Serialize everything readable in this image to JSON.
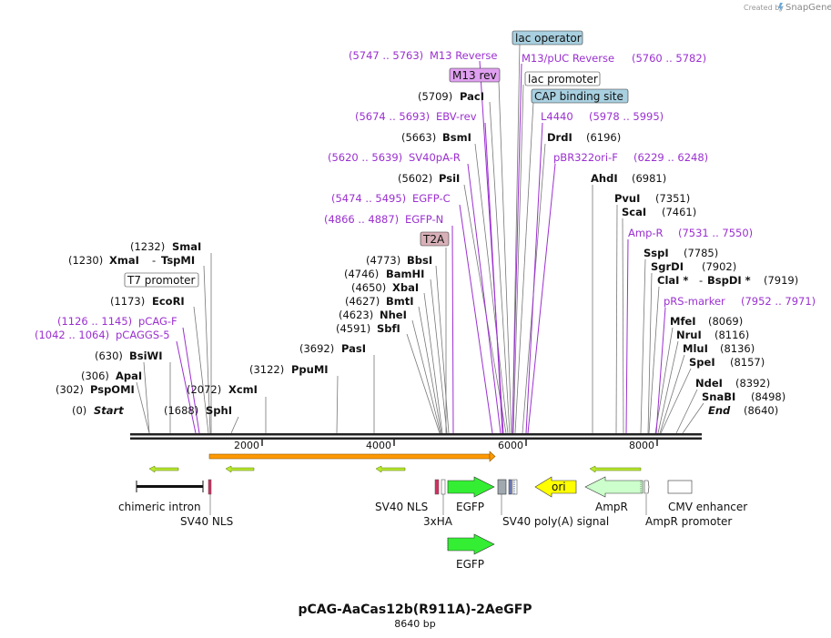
{
  "credit": {
    "prefix": "Created by",
    "brand": "SnapGene"
  },
  "map": {
    "name": "pCAG-AaCas12b(R911A)-2AeGFP",
    "length": "8640 bp"
  },
  "ticks": [
    "2000",
    "4000",
    "6000",
    "8000"
  ],
  "right_labels": {
    "lac_operator": "lac operator",
    "m13_pUC_reverse": "M13/pUC Reverse",
    "m13_pUC_reverse_pos": "(5760 .. 5782)",
    "lac_promoter": "lac promoter",
    "cap_site": "CAP binding site",
    "l4440": "L4440",
    "l4440_pos": "(5978 .. 5995)",
    "drdi": "DrdI",
    "drdi_pos": "(6196)",
    "pbr322": "pBR322ori-F",
    "pbr322_pos": "(6229 .. 6248)",
    "ahdi": "AhdI",
    "ahdi_pos": "(6981)",
    "pvui": "PvuI",
    "pvui_pos": "(7351)",
    "scai": "ScaI",
    "scai_pos": "(7461)",
    "ampr": "Amp-R",
    "ampr_pos": "(7531 .. 7550)",
    "sspi": "SspI",
    "sspi_pos": "(7785)",
    "sgrdi": "SgrDI",
    "sgrdi_pos": "(7902)",
    "clai": "ClaI *",
    "dash": "-",
    "bspdi": "BspDI *",
    "clai_pos": "(7919)",
    "prs": "pRS-marker",
    "prs_pos": "(7952 .. 7971)",
    "mfei": "MfeI",
    "mfei_pos": "(8069)",
    "nrui": "NruI",
    "nrui_pos": "(8116)",
    "mlui": "MluI",
    "mlui_pos": "(8136)",
    "spei": "SpeI",
    "spei_pos": "(8157)",
    "ndei": "NdeI",
    "ndei_pos": "(8392)",
    "snabi": "SnaBI",
    "snabi_pos": "(8498)",
    "end": "End",
    "end_pos": "(8640)"
  },
  "mid_labels": {
    "m13rev_pos": "(5747 .. 5763)",
    "m13rev": "M13 Reverse",
    "m13rev_box": "M13 rev",
    "paci_pos": "(5709)",
    "paci": "PacI",
    "ebv_pos": "(5674 .. 5693)",
    "ebv": "EBV-rev",
    "bsmi_pos": "(5663)",
    "bsmi": "BsmI",
    "sv40pa_pos": "(5620 .. 5639)",
    "sv40pa": "SV40pA-R",
    "psii_pos": "(5602)",
    "psii": "PsiI",
    "egfpc_pos": "(5474 .. 5495)",
    "egfpc": "EGFP-C",
    "egfpn_pos": "(4866 .. 4887)",
    "egfpn": "EGFP-N",
    "t2a": "T2A",
    "bbsi_pos": "(4773)",
    "bbsi": "BbsI",
    "bamhi_pos": "(4746)",
    "bamhi": "BamHI",
    "xbai_pos": "(4650)",
    "xbai": "XbaI",
    "bmti_pos": "(4627)",
    "bmti": "BmtI",
    "nhei_pos": "(4623)",
    "nhei": "NheI",
    "sbfi_pos": "(4591)",
    "sbfi": "SbfI",
    "pasi_pos": "(3692)",
    "pasi": "PasI",
    "ppumi_pos": "(3122)",
    "ppumi": "PpuMI",
    "xcmi_pos": "(2072)",
    "xcmi": "XcmI"
  },
  "left_labels": {
    "smai_pos": "(1232)",
    "smai": "SmaI",
    "xmai_pos": "(1230)",
    "xmai": "XmaI",
    "dash": "-",
    "tspmi": "TspMI",
    "t7": "T7 promoter",
    "ecori_pos": "(1173)",
    "ecori": "EcoRI",
    "pcagf_pos": "(1126 .. 1145)",
    "pcagf": "pCAG-F",
    "pcaggs_pos": "(1042 .. 1064)",
    "pcaggs": "pCAGGS-5",
    "bsiwi_pos": "(630)",
    "bsiwi": "BsiWI",
    "apai_pos": "(306)",
    "apai": "ApaI",
    "pspomi_pos": "(302)",
    "pspomi": "PspOMI",
    "start_pos": "(0)",
    "start": "Start",
    "sphi_pos": "(1688)",
    "sphi": "SphI"
  },
  "features": {
    "chimeric_intron": "chimeric intron",
    "sv40nls_a": "SV40 NLS",
    "sv40nls_b": "SV40 NLS",
    "egfp": "EGFP",
    "ha": "3xHA",
    "sv40pa_signal": "SV40 poly(A) signal",
    "ori": "ori",
    "ampr": "AmpR",
    "ampr_promoter": "AmpR promoter",
    "cmv": "CMV enhancer",
    "egfp2": "EGFP"
  },
  "colors": {
    "primer": "#9b30d0",
    "egfp": "#33ee33",
    "ori": "#ffff00",
    "ampr": "#ccffcc",
    "orf": "#ff9900",
    "lac_box": "#a8d0e0",
    "m13_box": "#e0a0f0",
    "t2a_box": "#d8b0b8"
  }
}
